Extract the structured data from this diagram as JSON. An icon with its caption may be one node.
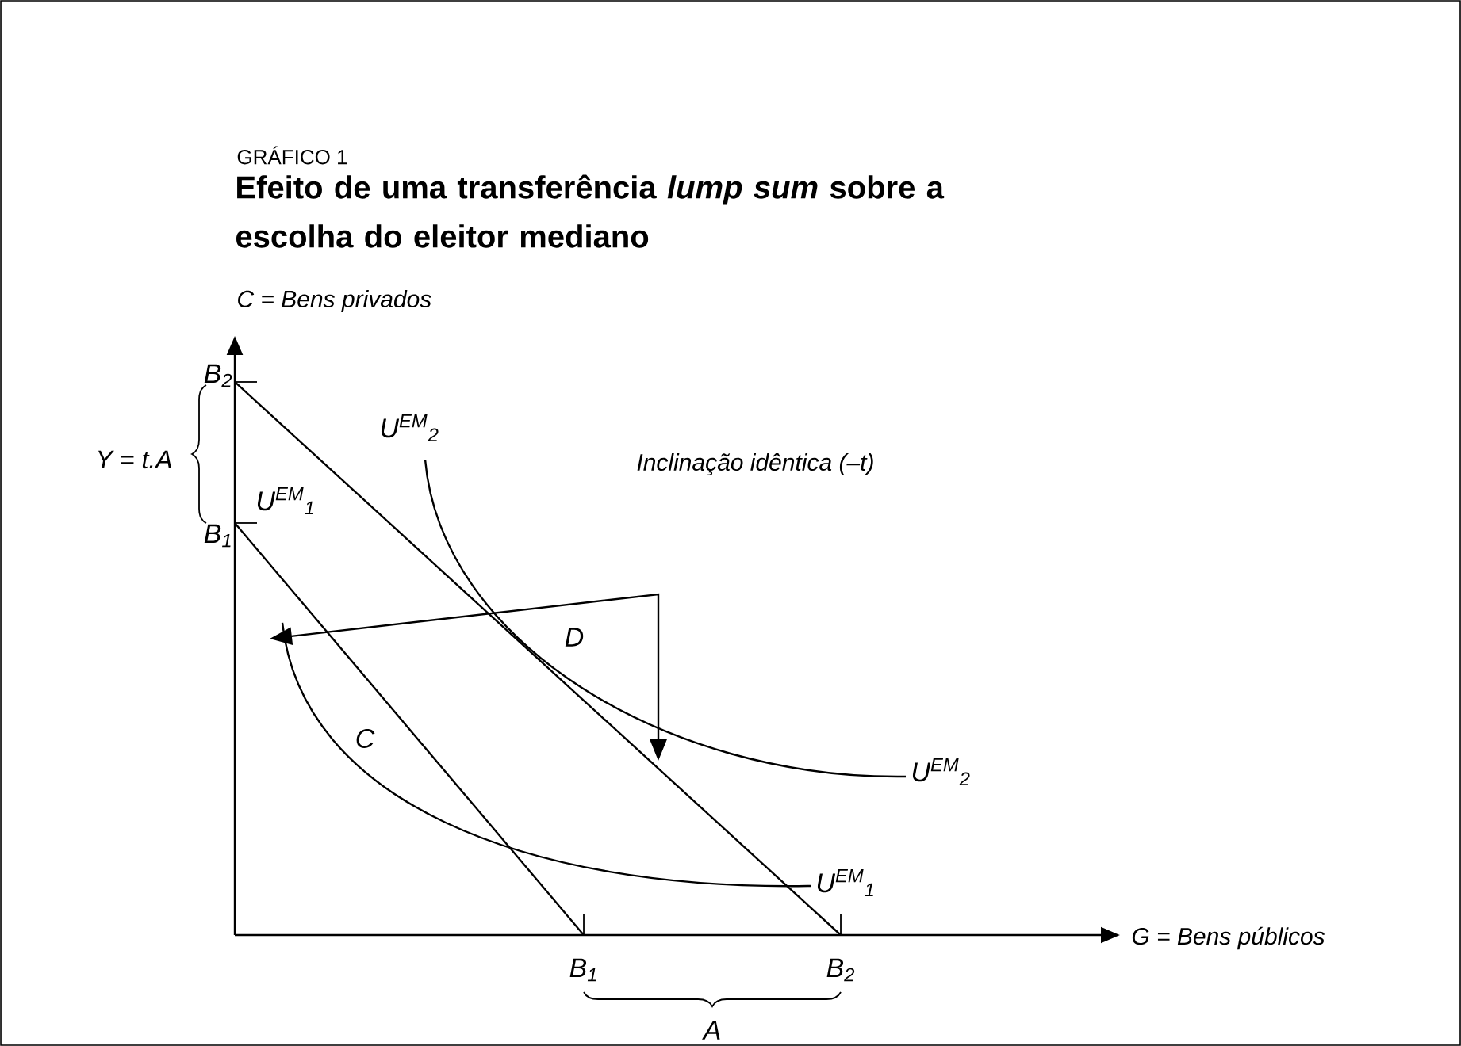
{
  "diagram": {
    "title": "Efeito de uma transferência *lump sum* sobre a escolha do eleitor mediano",
    "labels": [
      "GRÁFICO 1",
      "C = Bens privados",
      "B$_{2}$",
      "U$^{EM}$$_{2}$",
      "Y = t.A",
      "U$^{EM}$$_{1}$",
      "Inclinação idêntica (–t)",
      "B$_{1}$",
      "D",
      "C",
      "U$^{EM}$$_{2}$",
      "U$^{EM}$$_{1}$",
      "G = Bens públicos",
      "B$_{1}$",
      "B$_{2}$",
      "A"
    ]
  }
}
